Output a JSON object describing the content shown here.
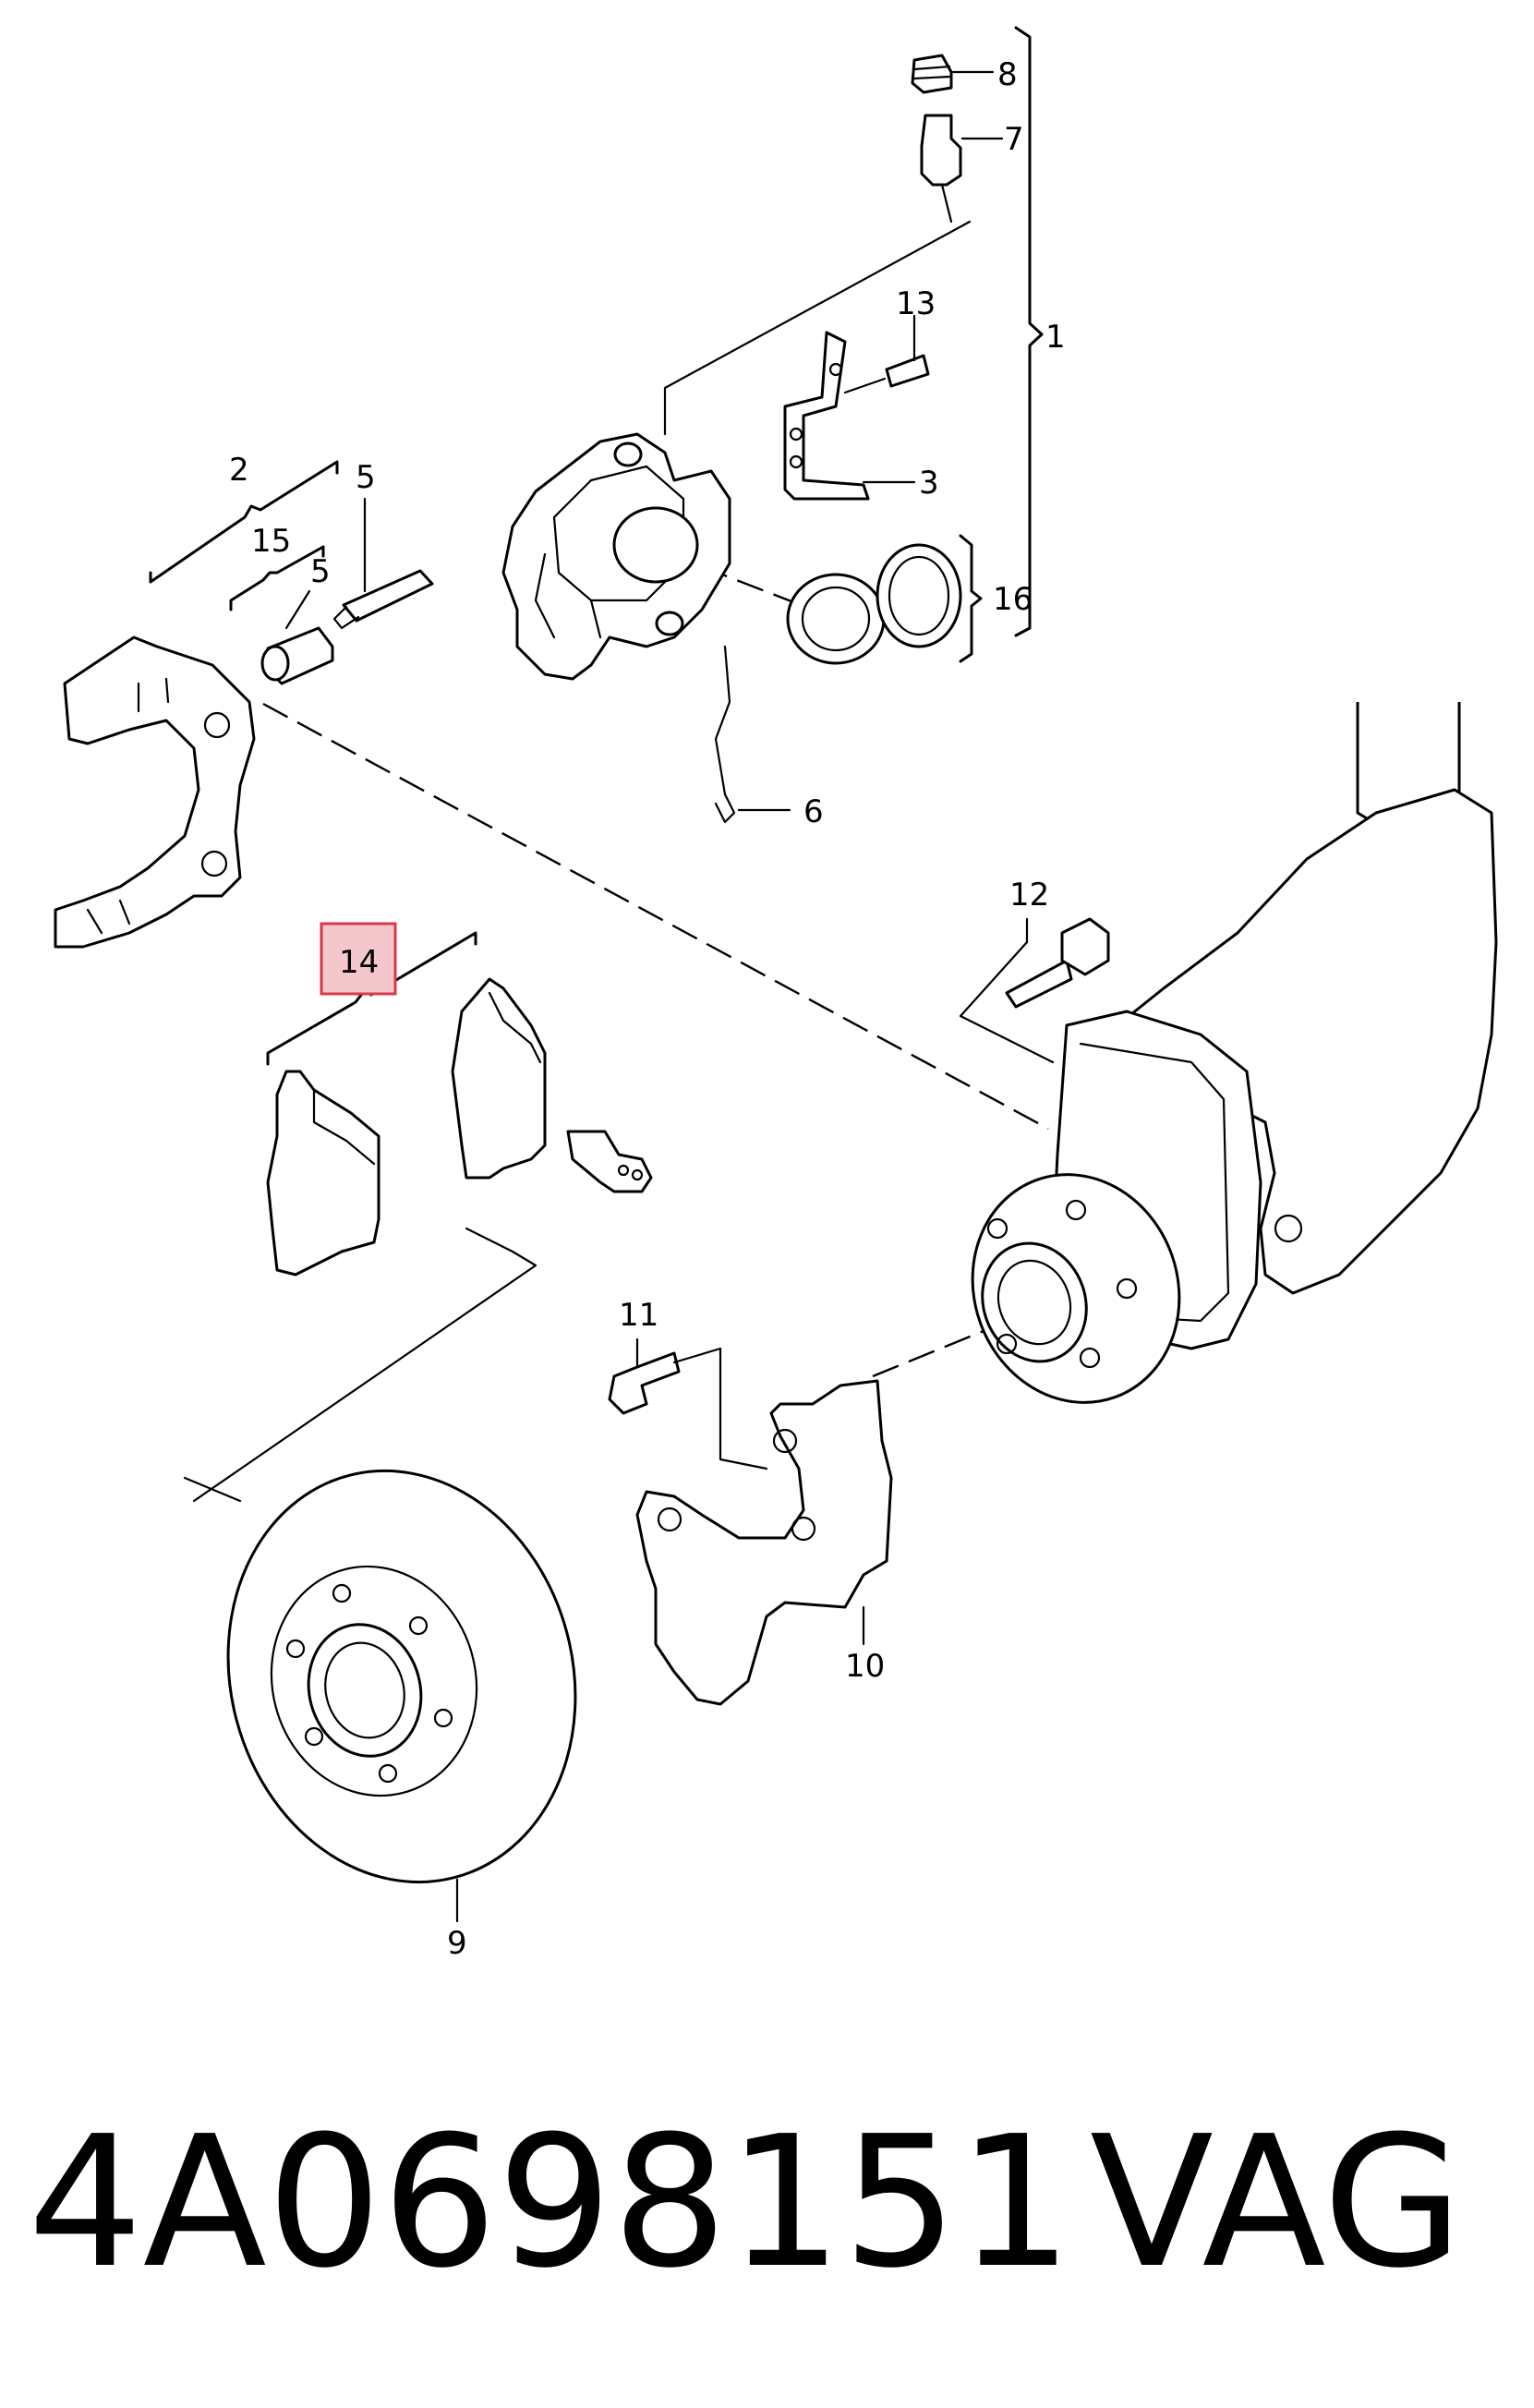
{
  "callouts": {
    "c1": "1",
    "c2": "2",
    "c3": "3",
    "c5a": "5",
    "c5b": "5",
    "c6": "6",
    "c7": "7",
    "c8": "8",
    "c9": "9",
    "c10": "10",
    "c11": "11",
    "c12": "12",
    "c13": "13",
    "c14": "14",
    "c15": "15",
    "c16": "16"
  },
  "highlighted_callout": "14",
  "highlight_color": "#d9394a",
  "footer": {
    "part_number": "4A0698151",
    "brand": "VAG"
  }
}
